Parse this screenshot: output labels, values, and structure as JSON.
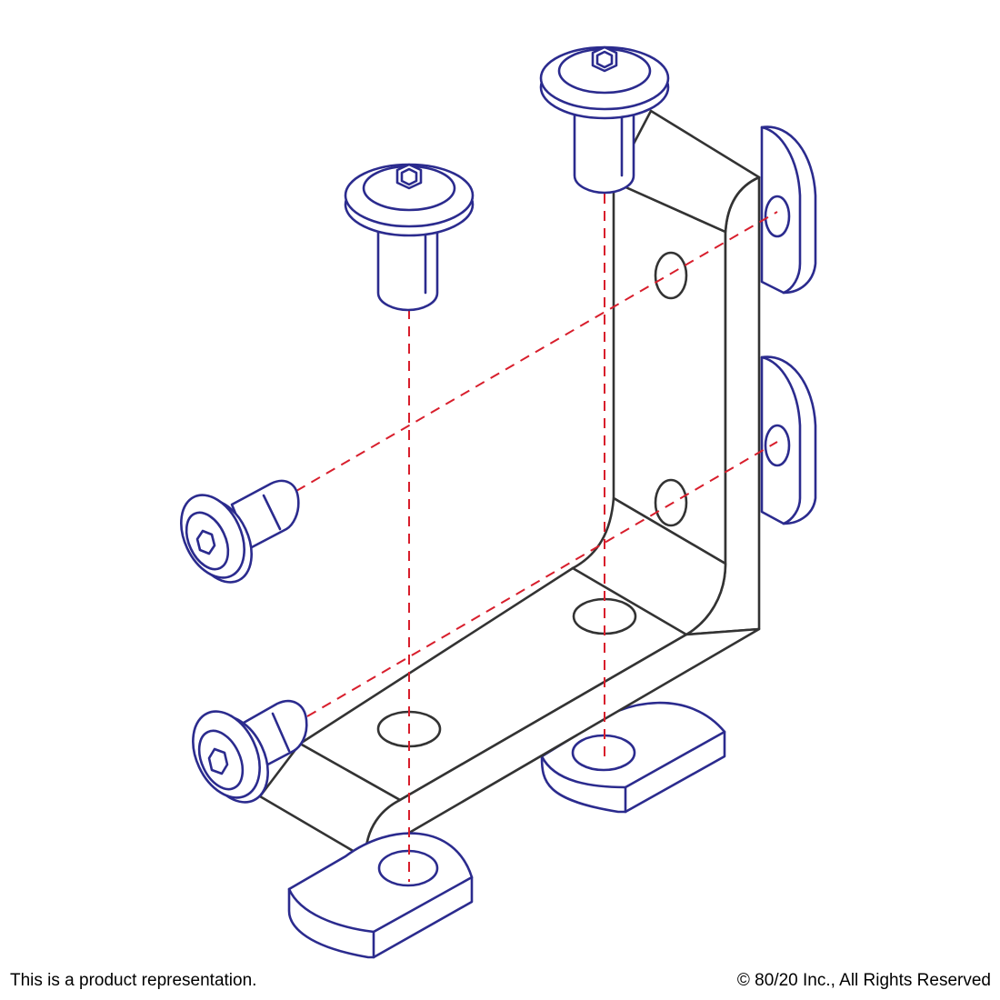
{
  "footer": {
    "disclaimer": "This is a product representation.",
    "copyright": "© 80/20 Inc., All Rights Reserved"
  },
  "colors": {
    "background": "#ffffff",
    "bracket_outline": "#333333",
    "fastener_outline": "#2b2b8e",
    "assembly_axis": "#d81e2c",
    "text": "#000000"
  },
  "drawing": {
    "fasteners": [
      {
        "kind": "button-head-socket-cap-screw",
        "icon": "screw-icon",
        "count": 4
      },
      {
        "kind": "t-nut",
        "icon": "t-nut-icon",
        "count": 4
      }
    ],
    "bracket": {
      "kind": "l-corner-bracket",
      "icon": "bracket-icon",
      "holes": 4
    },
    "assembly_axes": 4
  }
}
